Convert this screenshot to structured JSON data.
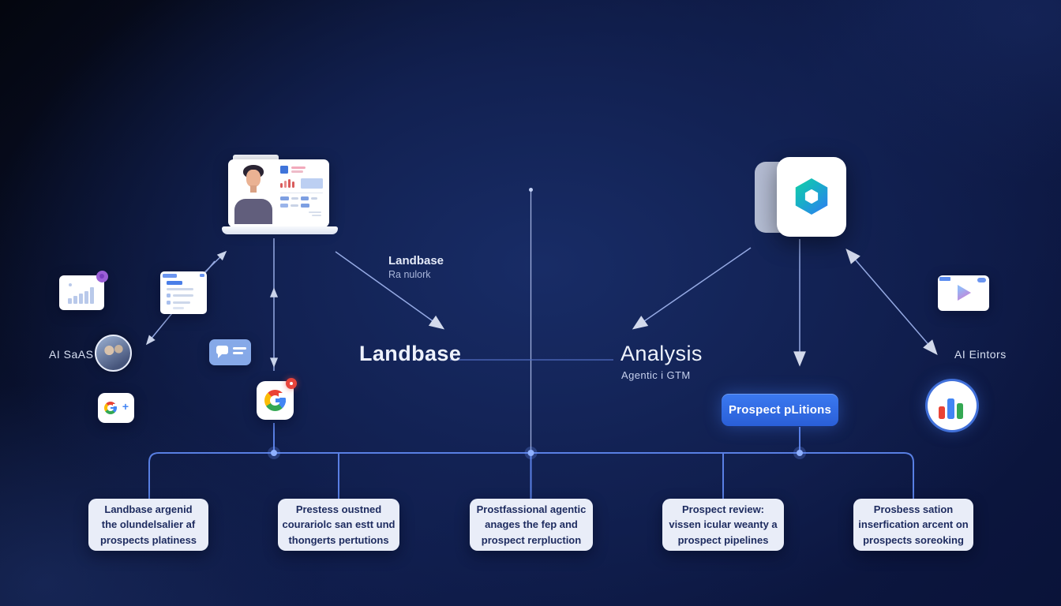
{
  "colors": {
    "accent_line": "#a3b8f2",
    "bus_line": "#5d85ec",
    "arrowhead": "#e8eefc",
    "button_bg": "#2e6be4",
    "box_bg": "#e9edf8",
    "box_text": "#1d2b5f",
    "heading_text": "#eef2fc",
    "background": "#0f1c4a"
  },
  "labels": {
    "ai_saas": "AI SaAS",
    "landbase_note_title": "Landbase",
    "landbase_note_sub": "Ra nulork",
    "landbase_heading": "Landbase",
    "analysis_heading": "Analysis",
    "analysis_sub": "Agentic i GTM",
    "prospect_button": "Prospect pLitions",
    "ai_editors": "AI Eintors",
    "plus_glyph": "+"
  },
  "boxes": [
    {
      "lines": [
        "Landbase argenid",
        "the olundelsalier af",
        "prospects platiness"
      ]
    },
    {
      "lines": [
        "Prestess oustned",
        "courariolc san estt und",
        "thongerts pertutions"
      ]
    },
    {
      "lines": [
        "Prostfassional agentic",
        "anages the fep and",
        "prospect rerpluction"
      ]
    },
    {
      "lines": [
        "Prospect review:",
        "vissen icular weanty a",
        "prospect pipelines"
      ]
    },
    {
      "lines": [
        "Prosbess sation",
        "inserfication arcent on",
        "prospects soreoking"
      ]
    }
  ]
}
